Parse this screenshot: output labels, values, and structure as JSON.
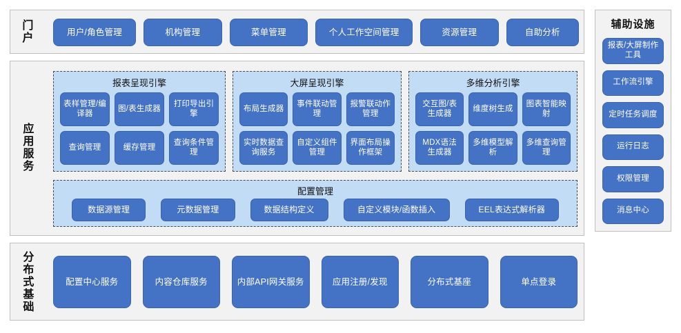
{
  "theme": {
    "button_fill": "#4472C4",
    "button_border": "#3A63AD",
    "panel_fill": "#C3DCF5",
    "section_fill": "#F2F2F2",
    "section_border": "#BFBFBF",
    "text_on_button": "#FFFFFF",
    "label_text": "#111111"
  },
  "portal": {
    "label": "门户",
    "items": [
      {
        "label": "用户/角色管理"
      },
      {
        "label": "机构管理"
      },
      {
        "label": "菜单管理"
      },
      {
        "label": "个人工作空间管理"
      },
      {
        "label": "资源管理"
      },
      {
        "label": "自助分析"
      }
    ]
  },
  "app_service": {
    "label": "应用服务",
    "engines": [
      {
        "title": "报表呈现引擎",
        "items": [
          {
            "label": "表样管理/编译器"
          },
          {
            "label": "图/表生成器"
          },
          {
            "label": "打印导出引擎"
          },
          {
            "label": "查询管理"
          },
          {
            "label": "缓存管理"
          },
          {
            "label": "查询条件管理"
          }
        ]
      },
      {
        "title": "大屏呈现引擎",
        "items": [
          {
            "label": "布局生成器"
          },
          {
            "label": "事件联动管理"
          },
          {
            "label": "报警联动作管理"
          },
          {
            "label": "实时数据查询服务"
          },
          {
            "label": "自定义组件管理"
          },
          {
            "label": "界面布局操作框架"
          }
        ]
      },
      {
        "title": "多维分析引擎",
        "items": [
          {
            "label": "交互图/表生成器"
          },
          {
            "label": "维度树生成"
          },
          {
            "label": "图表智能映射"
          },
          {
            "label": "MDX语法生成器"
          },
          {
            "label": "多维模型解析"
          },
          {
            "label": "多维查询管理"
          }
        ]
      }
    ],
    "config": {
      "title": "配置管理",
      "items": [
        {
          "label": "数据源管理"
        },
        {
          "label": "元数据管理"
        },
        {
          "label": "数据结构定义"
        },
        {
          "label": "自定义模块/函数插入"
        },
        {
          "label": "EEL表达式解析器"
        }
      ]
    }
  },
  "distributed_base": {
    "label": "分布式基础",
    "items": [
      {
        "label": "配置中心服务"
      },
      {
        "label": "内容仓库服务"
      },
      {
        "label": "内部API网关服务"
      },
      {
        "label": "应用注册/发现"
      },
      {
        "label": "分布式基座"
      },
      {
        "label": "单点登录"
      }
    ]
  },
  "auxiliary": {
    "title": "辅助设施",
    "items": [
      {
        "label": "报表/大屏制作工具"
      },
      {
        "label": "工作流引擎"
      },
      {
        "label": "定时任务调度"
      },
      {
        "label": "运行日志"
      },
      {
        "label": "权限管理"
      },
      {
        "label": "消息中心"
      }
    ]
  }
}
